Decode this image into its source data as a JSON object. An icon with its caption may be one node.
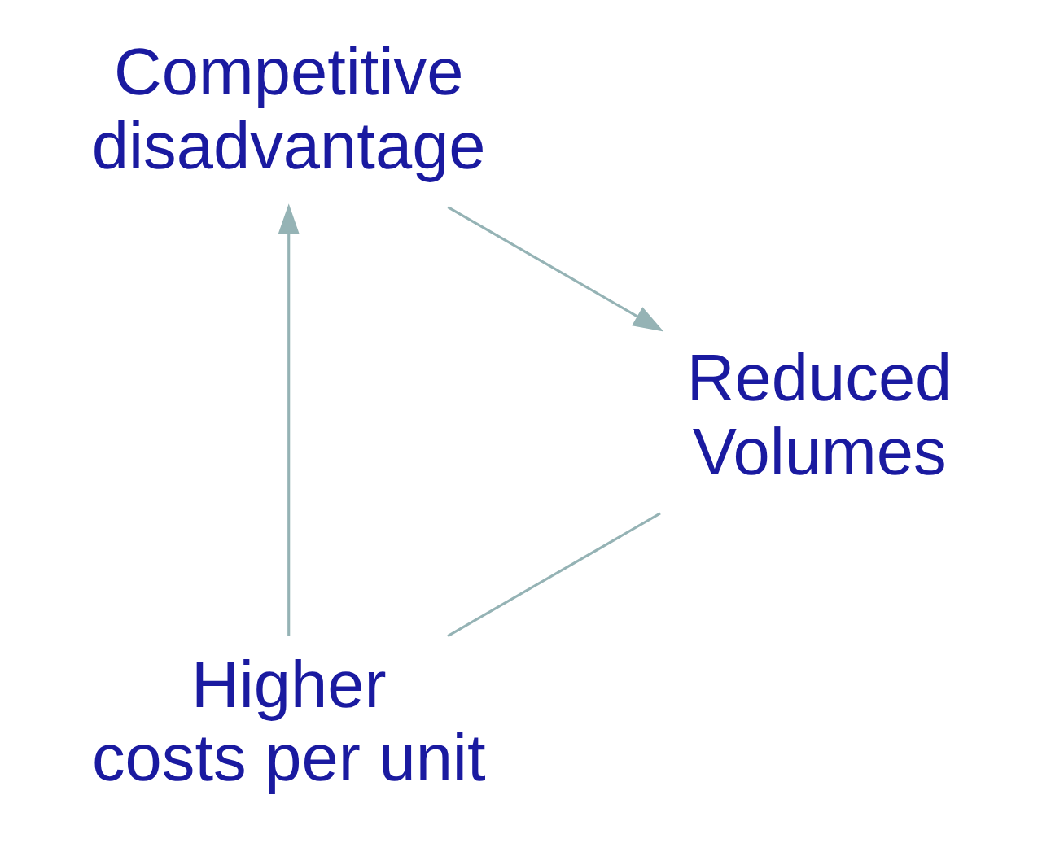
{
  "diagram": {
    "nodes": [
      {
        "text": [
          "Higher costs per unit"
        ]
      },
      {
        "text": [
          "Competitive disadvantage"
        ]
      },
      {
        "text": [
          "Reduced Volumes"
        ]
      }
    ],
    "edges": [
      {
        "from": 0,
        "to": 1,
        "arrow": "to"
      },
      {
        "from": 1,
        "to": 2,
        "arrow": "to"
      },
      {
        "from": 2,
        "to": 0,
        "arrow": "none"
      }
    ]
  }
}
